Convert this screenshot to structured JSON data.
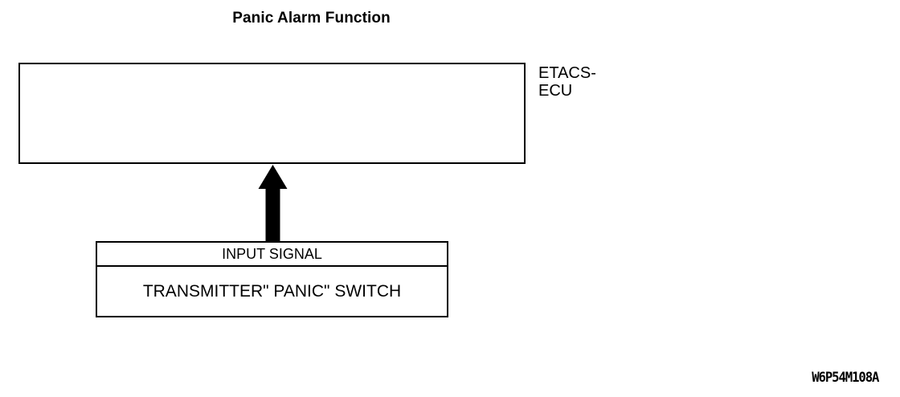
{
  "figure": {
    "title": "Panic Alarm Function",
    "code": "W6P54M108A"
  },
  "ecu": {
    "label": "ETACS-\nECU",
    "box_text": ""
  },
  "input_module": {
    "header": "INPUT SIGNAL",
    "body": "TRANSMITTER\" PANIC\" SWITCH"
  },
  "connector": {
    "arrow_name": "up-arrow-icon",
    "direction": "up",
    "from": "input_module",
    "to": "ecu"
  },
  "colors": {
    "line": "#000000",
    "background": "#ffffff",
    "text": "#000000"
  }
}
